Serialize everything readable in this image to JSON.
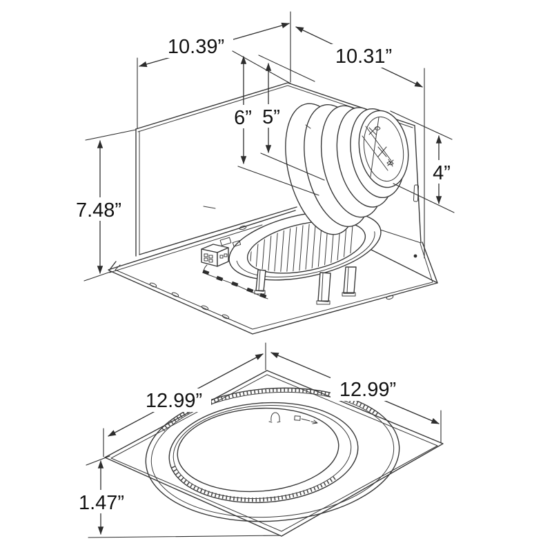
{
  "figure": {
    "type": "technical-dimension-drawing",
    "subject": "ceiling ventilation fan housing and grille",
    "line_color": "#383838",
    "text_color": "#111111",
    "background_color": "#ffffff"
  },
  "housing_view": {
    "dimensions": {
      "housing_width": "10.39”",
      "housing_depth": "10.31”",
      "duct_upper_offset": "6”",
      "duct_center_offset": "5”",
      "duct_diameter": "4”",
      "housing_height": "7.48”"
    }
  },
  "grille_view": {
    "dimensions": {
      "grille_width": "12.99”",
      "grille_depth": "12.99”",
      "grille_height": "1.47”"
    }
  }
}
